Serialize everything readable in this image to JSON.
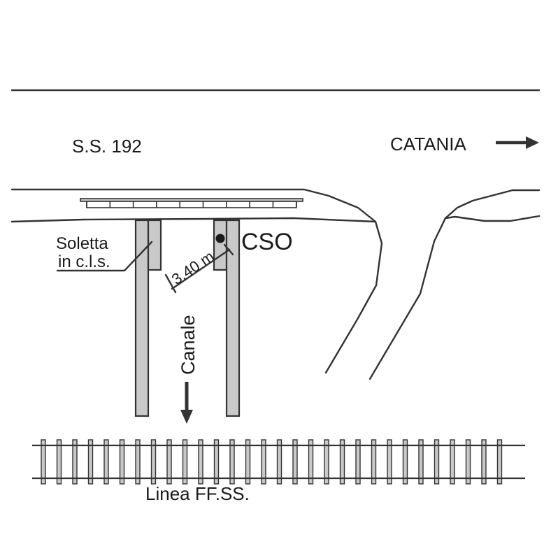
{
  "labels": {
    "road": "S.S. 192",
    "direction": "CATANIA",
    "slab_line1": "Soletta",
    "slab_line2": "in c.l.s.",
    "cso": "CSO",
    "dimension": "3.40 m",
    "canal": "Canale",
    "railway": "Linea FF.SS."
  },
  "colors": {
    "line": "#333333",
    "fill": "#c9c9c9",
    "text": "#1a1a1a"
  },
  "icons": {
    "direction_arrow": "arrow-right-icon",
    "flow_arrow": "arrow-down-icon",
    "cso_point": "point-marker-icon"
  }
}
